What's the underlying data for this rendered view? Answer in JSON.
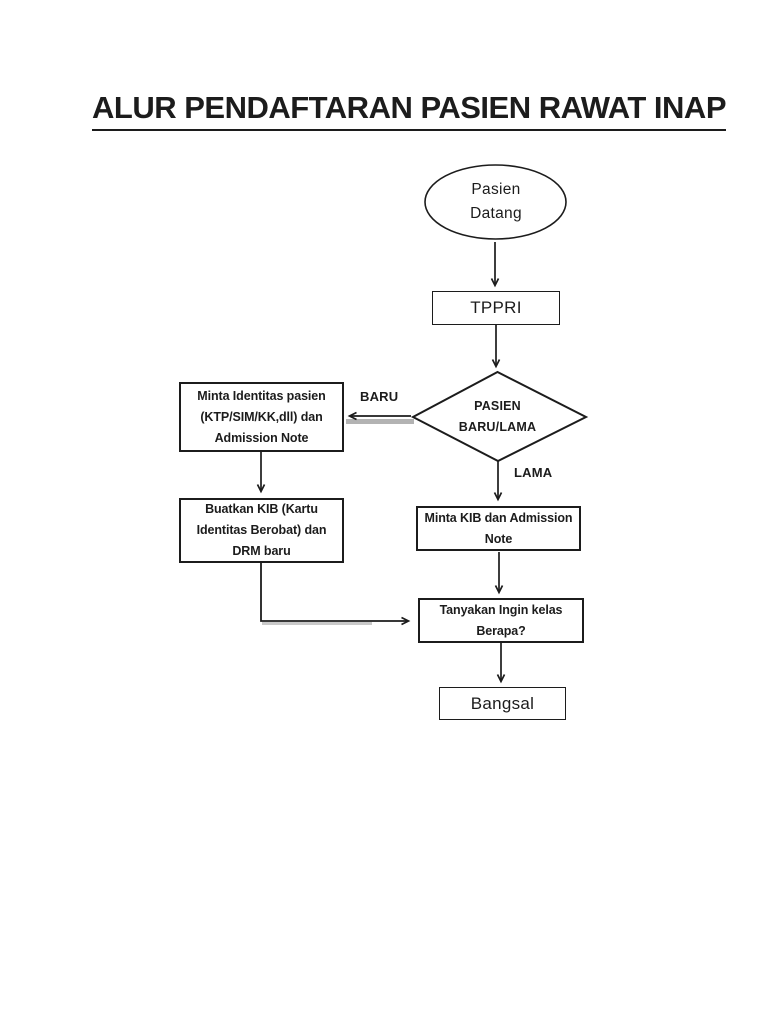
{
  "page": {
    "title": "ALUR PENDAFTARAN PASIEN RAWAT INAP",
    "background_color": "#ffffff",
    "ink_color": "#1c1c1c",
    "shadow_color": "#b3b3b3"
  },
  "flowchart": {
    "nodes": {
      "start": {
        "shape": "ellipse",
        "label": "Pasien Datang"
      },
      "tppri": {
        "shape": "rect",
        "label": "TPPRI"
      },
      "decision": {
        "shape": "diamond",
        "label": "PASIEN BARU/LAMA"
      },
      "minta_identitas": {
        "shape": "rect",
        "label": "Minta Identitas pasien (KTP/SIM/KK,dll) dan Admission Note"
      },
      "buatkan_kib": {
        "shape": "rect",
        "label": "Buatkan KIB (Kartu Identitas Berobat) dan DRM baru"
      },
      "minta_kib": {
        "shape": "rect",
        "label": "Minta KIB dan Admission Note"
      },
      "tanyakan_kelas": {
        "shape": "rect",
        "label": "Tanyakan Ingin kelas Berapa?"
      },
      "bangsal": {
        "shape": "rect",
        "label": "Bangsal"
      }
    },
    "edges": {
      "start_to_tppri": "arrow-down",
      "tppri_to_decision": "arrow-down",
      "decision_to_minta_identitas": {
        "label": "BARU",
        "direction": "left"
      },
      "decision_to_minta_kib": {
        "label": "LAMA",
        "direction": "down"
      },
      "minta_identitas_to_buatkan_kib": "arrow-down",
      "buatkan_kib_to_tanyakan_kelas": "arrow-down-right",
      "minta_kib_to_tanyakan_kelas": "arrow-down",
      "tanyakan_kelas_to_bangsal": "arrow-down"
    }
  }
}
